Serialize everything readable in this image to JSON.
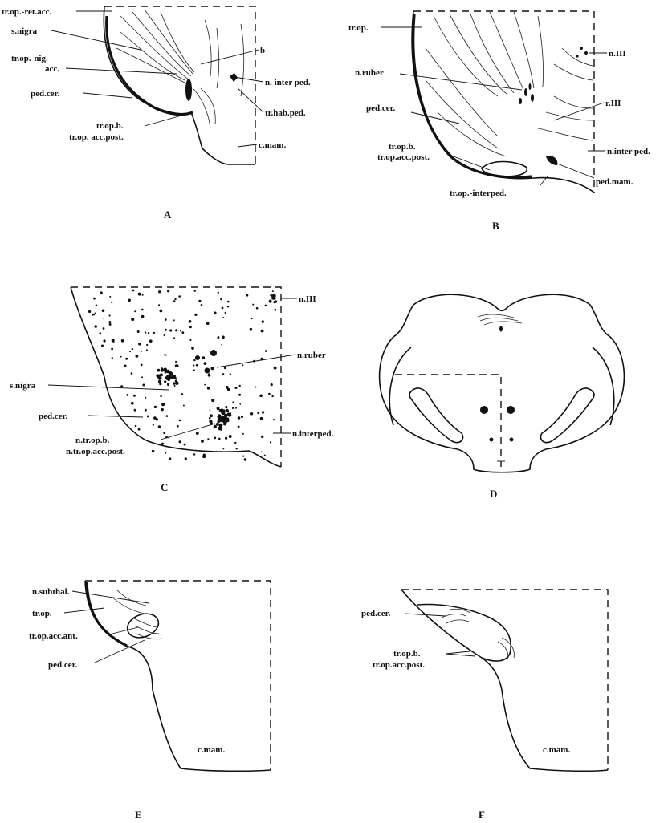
{
  "panels": {
    "A": {
      "letter": "A",
      "labels": {
        "tr_op_ret_acc": "tr.op.-ret.acc.",
        "s_nigra": "s.nigra",
        "tr_op_nig_acc_1": "tr.op.-nig.",
        "tr_op_nig_acc_2": "acc.",
        "b": "b",
        "n_inter_ped": "n. inter ped.",
        "ped_cer": "ped.cer.",
        "tr_hab_ped": "tr.hab.ped.",
        "tr_op_b": "tr.op.b.",
        "tr_op_acc_post": "tr.op. acc.post.",
        "c_mam": "c.mam."
      }
    },
    "B": {
      "letter": "B",
      "labels": {
        "tr_op": "tr.op.",
        "n_III": "n.III",
        "n_ruber": "n.ruber",
        "ped_cer": "ped.cer.",
        "r_III": "r.III",
        "tr_op_b": "tr.op.b.",
        "tr_op_acc_post": "tr.op.acc.post.",
        "n_inter_ped": "n.inter ped.",
        "ped_mam": "ped.mam.",
        "tr_op_interped": "tr.op.-interped."
      }
    },
    "C": {
      "letter": "C",
      "labels": {
        "n_III": "n.III",
        "n_ruber": "n.ruber",
        "s_nigra": "s.nigra",
        "ped_cer": "ped.cer.",
        "n_interped": "n.interped.",
        "n_tr_op_b": "n.tr.op.b.",
        "n_tr_op_acc_post": "n.tr.op.acc.post."
      }
    },
    "D": {
      "letter": "D"
    },
    "E": {
      "letter": "E",
      "labels": {
        "n_subthal": "n.subthal.",
        "tr_op": "tr.op.",
        "tr_op_acc_ant": "tr.op.acc.ant.",
        "ped_cer": "ped.cer.",
        "c_mam": "c.mam."
      }
    },
    "F": {
      "letter": "F",
      "labels": {
        "ped_cer": "ped.cer.",
        "tr_op_b": "tr.op.b.",
        "tr_op_acc_post": "tr.op.acc.post.",
        "c_mam": "c.mam."
      }
    }
  }
}
